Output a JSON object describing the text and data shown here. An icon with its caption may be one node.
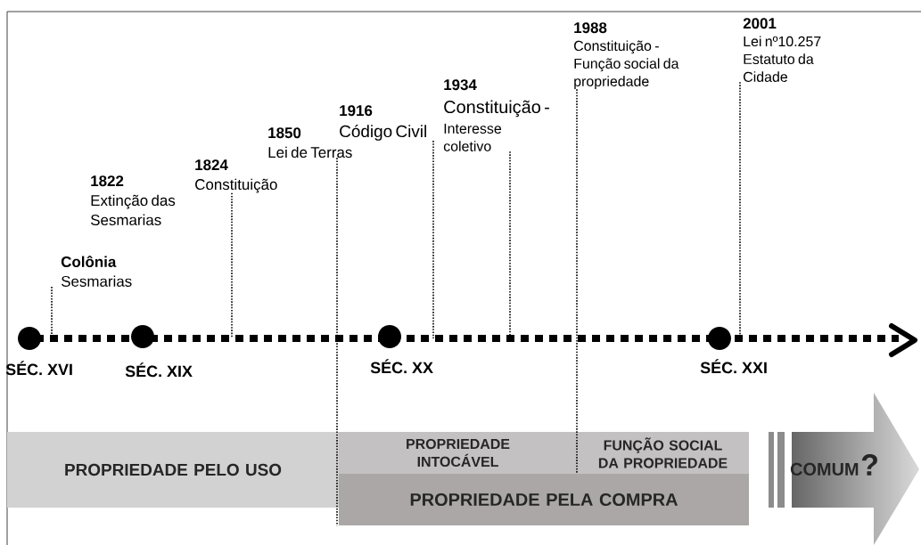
{
  "diagram": {
    "nodes": [
      {
        "text": [
          "Colônia",
          "Sesmarias"
        ]
      },
      {
        "text": [
          "1822",
          "Extinção das Sesmarias"
        ]
      },
      {
        "text": [
          "1824",
          "Constituição"
        ]
      },
      {
        "text": [
          "1850",
          "Lei de Terras"
        ]
      },
      {
        "text": [
          "1916",
          "Código Civil"
        ]
      },
      {
        "text": [
          "1934",
          "Constituição -",
          "Interesse coletivo"
        ]
      },
      {
        "text": [
          "1988",
          "Constituição - Função social da propriedade"
        ]
      },
      {
        "text": [
          "2001",
          "Lei nº10.257 Estatuto da Cidade"
        ]
      },
      {
        "text": [],
        "shape": "circle",
        "beside": [
          "SÉC. XVI"
        ]
      },
      {
        "text": [],
        "shape": "circle",
        "beside": [
          "SÉC. XIX"
        ]
      },
      {
        "text": [],
        "shape": "circle",
        "beside": [
          "SÉC. XX"
        ]
      },
      {
        "text": [],
        "shape": "circle",
        "beside": [
          "SÉC. XXI"
        ]
      },
      {
        "text": [
          "PROPRIEDADE PELO USO"
        ]
      },
      {
        "text": [
          "PROPRIEDADE INTOCÁVEL"
        ]
      },
      {
        "text": [
          "FUNÇÃO SOCIAL DA PROPRIEDADE"
        ]
      },
      {
        "text": [
          "PROPRIEDADE PELA COMPRA"
        ]
      },
      {
        "text": [
          "COMUM",
          "?"
        ]
      }
    ],
    "edges": [
      {
        "from": 0,
        "to": 8,
        "arrow": "none"
      },
      {
        "from": 2,
        "to": null,
        "arrow": "none"
      },
      {
        "from": 3,
        "to": 15,
        "arrow": "none"
      },
      {
        "from": 4,
        "to": null,
        "arrow": "none"
      },
      {
        "from": 5,
        "to": null,
        "arrow": "none"
      },
      {
        "from": 6,
        "to": 14,
        "arrow": "none"
      },
      {
        "from": 7,
        "to": 11,
        "arrow": "none"
      }
    ]
  }
}
